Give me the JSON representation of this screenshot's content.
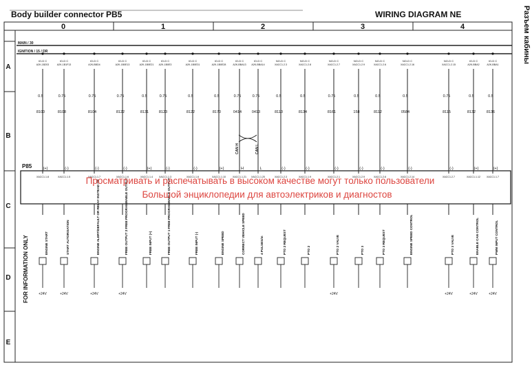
{
  "header": {
    "title": "Body builder connector PB5",
    "diagram_title": "WIRING DIAGRAM  NE",
    "side_label": "Разъем кабины"
  },
  "columns": [
    "0",
    "1",
    "2",
    "3",
    "4"
  ],
  "rows": [
    "A",
    "B",
    "C",
    "D",
    "E"
  ],
  "rails": {
    "main": "MAIN / 30",
    "ignition": "IGNITION / 15 / DR"
  },
  "connector": {
    "name": "P85"
  },
  "bus": {
    "can_h": "CAN H",
    "can_l": "CAN L",
    "h": "H",
    "l": "L"
  },
  "side_note": "FOR INFORMATION ONLY",
  "watermark": {
    "line1": "Просматривать и распечатывать в высоком качестве могут только пользователи",
    "line2": "Большой энциклопедии для автоэлектриков и диагностов"
  },
  "circuits": [
    {
      "id": "c1",
      "top": "IO-D C",
      "ref": "A2K-1B203",
      "gauge": "0.5",
      "wire": "8100",
      "polarity": "(+)",
      "pin": "XACC1.1.8",
      "label": "ENGINE START",
      "supply": "+24V"
    },
    {
      "id": "c2",
      "top": "IO-D C",
      "ref": "A2K-1B1F13",
      "gauge": "0.75",
      "wire": "8108",
      "polarity": "(-)",
      "pin": "XACC1.1.5",
      "label": "START AUTORISATION",
      "supply": "+24V"
    },
    {
      "id": "c3",
      "top": "IO-D C",
      "ref": "A2K-BBD4",
      "gauge": "0.75",
      "wire": "8104",
      "polarity": "(-)",
      "pin": "XACC1.1.7",
      "label": "ENGINE ALERT/DEFAULT OR RELAY INSTEAD OF",
      "supply": "+24V"
    },
    {
      "id": "c4",
      "top": "IO-D C",
      "ref": "A2K-1B0E13",
      "gauge": "0.75",
      "wire": "8122",
      "polarity": "(-)",
      "pin": "XACC1.1.6",
      "label": "FREE OUTPUT 2 FREE PROGRAMMABLE OUTPUT",
      "supply": "+24V"
    },
    {
      "id": "c5",
      "top": "IO-D C",
      "ref": "A2K-1B0E21",
      "gauge": "0.5",
      "wire": "8131",
      "polarity": "(+)",
      "pin": "XACC1.1.4",
      "label": "FREE INPUT (+)",
      "supply": ""
    },
    {
      "id": "c6",
      "top": "IO-D C",
      "ref": "A2K-1B0E3",
      "gauge": "0.75",
      "wire": "8123",
      "polarity": "(-)",
      "pin": "XACC1.1.3",
      "label": "FREE OUTPUT 1 FREE PROGRAMMABLE OUTPUT",
      "supply": ""
    },
    {
      "id": "c7",
      "top": "IO-D C",
      "ref": "A2K-1B0E31",
      "gauge": "0.5",
      "wire": "8122",
      "polarity": "(-)",
      "pin": "XACC1.1.6",
      "label": "FREE INPUT (-)",
      "supply": ""
    },
    {
      "id": "c8",
      "top": "IO-D C",
      "ref": "A2K-1B0E28",
      "gauge": "0.5",
      "wire": "8170",
      "polarity": "(+)",
      "pin": "XACC1.1.10",
      "label": "ENGINE SPEED",
      "supply": ""
    },
    {
      "id": "c9",
      "top": "IO-D C",
      "ref": "A2K-BBA13",
      "gauge": "0.75",
      "wire": "0414",
      "polarity": "H",
      "pin": "XACC1.1.21",
      "label": "CORRECT VEHICLE SPEED",
      "supply": ""
    },
    {
      "id": "c10",
      "top": "IO-D C",
      "ref": "A2K-BBA14",
      "gauge": "0.75",
      "wire": "0413",
      "polarity": "L",
      "pin": "XACC1.1.20",
      "label": "4 PULSES/m",
      "supply": ""
    },
    {
      "id": "c11",
      "top": "NO-D C",
      "ref": "XACC1.2.3",
      "gauge": "0.5",
      "wire": "8113",
      "polarity": "(-)",
      "pin": "XACC1.2.3",
      "label": "PTO 2 REQUEST",
      "supply": ""
    },
    {
      "id": "c12",
      "top": "NO-D C",
      "ref": "XACC1.2.8",
      "gauge": "0.5",
      "wire": "8134",
      "polarity": "(-)",
      "pin": "XACC1.1.9",
      "label": "PTO 2",
      "supply": ""
    },
    {
      "id": "c13",
      "top": "NO-D C",
      "ref": "XACC1.2.7",
      "gauge": "0.75",
      "wire": "8161",
      "polarity": "(-)",
      "pin": "XACC1.2.1",
      "label": "PTO 2 VALVE",
      "supply": "+24V"
    },
    {
      "id": "c14",
      "top": "NO-D C",
      "ref": "XACC1.2.9",
      "gauge": "0.5",
      "wire": "158",
      "polarity": "(-)",
      "pin": "XACC1.2.9",
      "label": "PTO 3",
      "supply": ""
    },
    {
      "id": "c15",
      "top": "NO-D C",
      "ref": "XACC1.2.6",
      "gauge": "0.5",
      "wire": "8112",
      "polarity": "(-)",
      "pin": "XACC1.2.6",
      "label": "PTO 3 REQUEST",
      "supply": ""
    },
    {
      "id": "c16",
      "top": "NO-D C",
      "ref": "XACC1.2.16",
      "gauge": "0.5",
      "wire": "0584",
      "polarity": "(-)",
      "pin": "XACC1.2.14",
      "label": "ENGINE SPEED CONTROL",
      "supply": ""
    },
    {
      "id": "c17",
      "top": "NO-D C",
      "ref": "XACC1.2.15",
      "gauge": "0.75",
      "wire": "8115",
      "polarity": "(-)",
      "pin": "XACC1.2.7",
      "label": "PTO 3 VALVE",
      "supply": "+24V"
    },
    {
      "id": "c18",
      "top": "IO-D C",
      "ref": "A2K-BBA2",
      "gauge": "0.5",
      "wire": "8132",
      "polarity": "(+)",
      "pin": "XACC1.1.12",
      "label": "ENABLE CAN CONTROL",
      "supply": "+24V"
    },
    {
      "id": "c19",
      "top": "IO-D C",
      "ref": "A2K-BBA1",
      "gauge": "0.5",
      "wire": "8136",
      "polarity": "(+)",
      "pin": "XACC1.1.7",
      "label": "PWM INPUT CONTROL",
      "supply": "+24V"
    }
  ]
}
